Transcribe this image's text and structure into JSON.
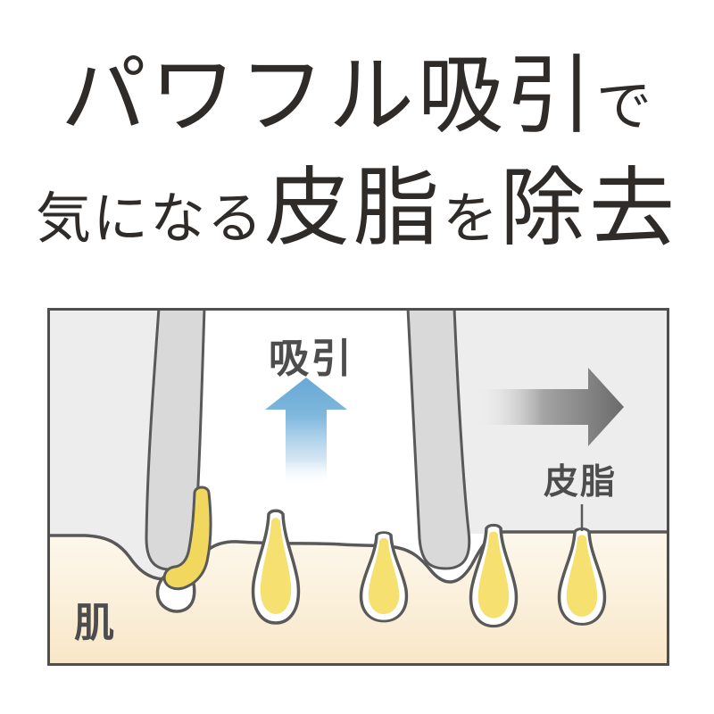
{
  "headline": {
    "line1": {
      "seg1": "パワフル吸引",
      "seg2": "で"
    },
    "line2": {
      "seg1": "気になる",
      "seg2": "皮脂",
      "seg3": "を",
      "seg4": "除去"
    }
  },
  "diagram": {
    "suction_label": "吸引",
    "sebum_label": "皮脂",
    "skin_label": "肌"
  },
  "colors": {
    "headline_text": "#2f2b29",
    "label_text": "#4d4d4d",
    "outline_gray": "#595959",
    "border_gray": "#4f4f4f",
    "panel_gray": "#ededed",
    "nozzle_gray": "#d9d9d9",
    "channel_white": "#ffffff",
    "sebum_yellow": "#f6e070",
    "sebum_yellow_deep": "#f2d75f",
    "skin_top": "#fdf8ec",
    "skin_bottom": "#f8e6c6",
    "arrow_blue": "#69a8d6",
    "arrow_gray": "#6a6a6a"
  }
}
